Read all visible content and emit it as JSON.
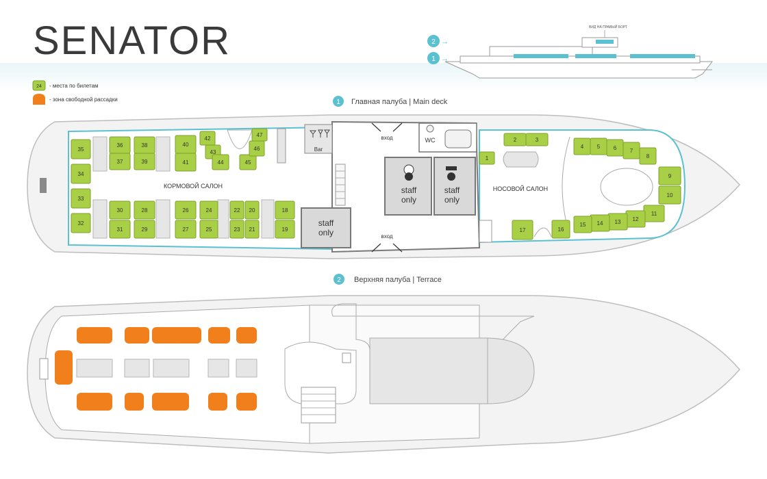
{
  "title": "SENATOR",
  "profile": {
    "caption": "ВИД НА ПРАВЫЙ БОРТ",
    "markers": [
      "2",
      "1"
    ]
  },
  "legend": [
    {
      "badge": "24",
      "text": "- места по билетам",
      "color": "#a8cf45"
    },
    {
      "badge": "",
      "text": "- зона свободной рассадки",
      "color": "#f07f1c"
    }
  ],
  "colors": {
    "seat": "#a8cf45",
    "free": "#f07f1c",
    "accent": "#5bc0cf",
    "hull": "#f1f1f1",
    "room": "#d9d9d9"
  },
  "main_deck": {
    "number": "1",
    "label": "Главная палуба | Main deck",
    "stern_salon": "КОРМОВОЙ САЛОН",
    "bow_salon": "НОСОВОЙ САЛОН",
    "bar": "Bar",
    "wc": "WC",
    "entry_top": "вход",
    "entry_bottom": "вход",
    "staff_text": "staff only",
    "seats": [
      "1",
      "2",
      "3",
      "4",
      "5",
      "6",
      "7",
      "8",
      "9",
      "10",
      "11",
      "12",
      "13",
      "14",
      "15",
      "16",
      "17",
      "18",
      "19",
      "20",
      "21",
      "22",
      "23",
      "24",
      "25",
      "26",
      "27",
      "28",
      "29",
      "30",
      "31",
      "32",
      "33",
      "34",
      "35",
      "36",
      "37",
      "38",
      "39",
      "40",
      "41",
      "42",
      "43",
      "44",
      "45",
      "46",
      "47"
    ]
  },
  "terrace": {
    "number": "2",
    "label": "Верхняя палуба | Terrace"
  }
}
